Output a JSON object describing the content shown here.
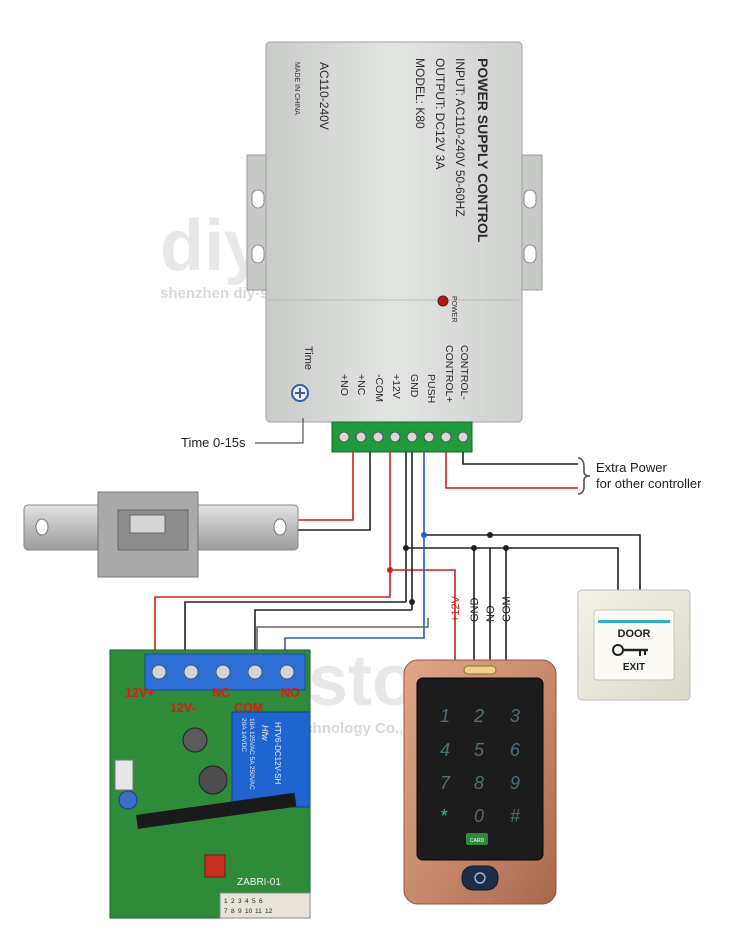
{
  "power_supply": {
    "title": "POWER SUPPLY CONTROL",
    "input": "INPUT: AC110-240V 50-60HZ",
    "output": "OUTPUT: DC12V  3A",
    "model": "MODEL: K80",
    "voltage": "AC110-240V",
    "made_in": "MADE IN CHINA",
    "power_led_label": "POWER",
    "time_label": "Time",
    "terminals": [
      "CONTROL-",
      "CONTROL+",
      "PUSH",
      "GND",
      "+12V",
      "-COM",
      "+NC",
      "+NO"
    ]
  },
  "annotations": {
    "time_range": "Time 0-15s",
    "extra_power_line1": "Extra Power",
    "extra_power_line2": "for other controller"
  },
  "keypad": {
    "wire_labels": [
      "+12V",
      "GND",
      "NO",
      "COM"
    ],
    "keys": [
      "1",
      "2",
      "3",
      "4",
      "5",
      "6",
      "7",
      "8",
      "9",
      "*",
      "0",
      "#"
    ],
    "card_label": "CARD"
  },
  "exit_button": {
    "top_label": "DOOR",
    "bottom_label": "EXIT"
  },
  "relay_board": {
    "terminals": [
      "12V+",
      "12V-",
      "NC",
      "COM",
      "NO"
    ],
    "relay_brand": "Hfw",
    "relay_model": "HTV6-DC12V-SH",
    "relay_spec1": "20A 14VDC",
    "relay_spec2": "10A 125VAC  5A 250VAC",
    "board_name": "ZABRI-01",
    "pin_numbers": [
      "1",
      "2",
      "3",
      "4",
      "5",
      "6",
      "7",
      "8",
      "9",
      "10",
      "11",
      "12"
    ]
  },
  "watermark": {
    "brand": "diy - store",
    "company": "shenzhen diy-store technology Co., Ltd"
  },
  "colors": {
    "red_wire": "#d0201c",
    "black_wire": "#222222",
    "blue_wire": "#1f5fc8",
    "gray_wire": "#666666",
    "terminal_green": "#1f9a3c",
    "relay_board_green": "#2e8b3a",
    "relay_blue": "#2d6fd6",
    "keypad_bronze": "#c9886d"
  }
}
